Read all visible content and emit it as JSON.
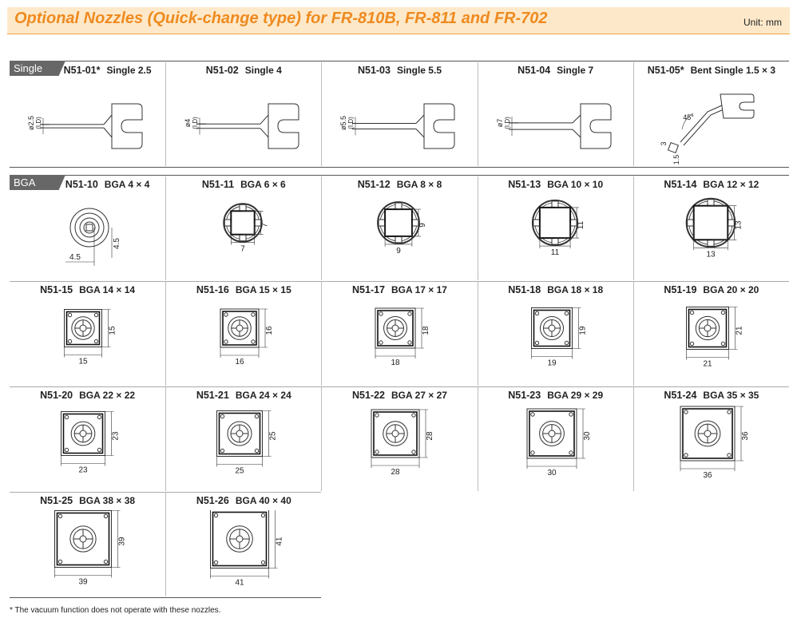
{
  "header": {
    "title": "Optional Nozzles (Quick-change type) for FR-810B, FR-811 and FR-702",
    "unit": "Unit: mm"
  },
  "sections": [
    {
      "tag": "Single",
      "nozzles": [
        {
          "code": "N51-01*",
          "name": "Single 2.5",
          "diam": "ø2.5",
          "id_label": "(I.D)",
          "kind": "single"
        },
        {
          "code": "N51-02",
          "name": "Single 4",
          "diam": "ø4",
          "id_label": "(I.D)",
          "kind": "single"
        },
        {
          "code": "N51-03",
          "name": "Single 5.5",
          "diam": "ø5.5",
          "id_label": "(I.D)",
          "kind": "single"
        },
        {
          "code": "N51-04",
          "name": "Single 7",
          "diam": "ø7",
          "id_label": "(I.D)",
          "kind": "single"
        },
        {
          "code": "N51-05*",
          "name": "Bent Single 1.5 × 3",
          "angle": "45°",
          "dim_a": "3",
          "dim_b": "1.5",
          "kind": "bent"
        }
      ]
    },
    {
      "tag": "BGA",
      "nozzles": [
        {
          "code": "N51-10",
          "name": "BGA 4 × 4",
          "w": "4.5",
          "h": "4.5",
          "kind": "bga-round"
        },
        {
          "code": "N51-11",
          "name": "BGA 6 × 6",
          "w": "7",
          "h": "7",
          "kind": "bga-cross"
        },
        {
          "code": "N51-12",
          "name": "BGA 8 × 8",
          "w": "9",
          "h": "9",
          "kind": "bga-cross"
        },
        {
          "code": "N51-13",
          "name": "BGA 10 × 10",
          "w": "11",
          "h": "11",
          "kind": "bga-cross"
        },
        {
          "code": "N51-14",
          "name": "BGA 12 × 12",
          "w": "13",
          "h": "13",
          "kind": "bga-cross"
        },
        {
          "code": "N51-15",
          "name": "BGA 14 × 14",
          "w": "15",
          "h": "15",
          "kind": "bga-square"
        },
        {
          "code": "N51-16",
          "name": "BGA 15 × 15",
          "w": "16",
          "h": "16",
          "kind": "bga-square"
        },
        {
          "code": "N51-17",
          "name": "BGA 17 × 17",
          "w": "18",
          "h": "18",
          "kind": "bga-square"
        },
        {
          "code": "N51-18",
          "name": "BGA 18 × 18",
          "w": "19",
          "h": "19",
          "kind": "bga-square"
        },
        {
          "code": "N51-19",
          "name": "BGA 20 × 20",
          "w": "21",
          "h": "21",
          "kind": "bga-square"
        },
        {
          "code": "N51-20",
          "name": "BGA 22 × 22",
          "w": "23",
          "h": "23",
          "kind": "bga-square"
        },
        {
          "code": "N51-21",
          "name": "BGA 24 × 24",
          "w": "25",
          "h": "25",
          "kind": "bga-square"
        },
        {
          "code": "N51-22",
          "name": "BGA 27 × 27",
          "w": "28",
          "h": "28",
          "kind": "bga-square"
        },
        {
          "code": "N51-23",
          "name": "BGA 29 × 29",
          "w": "30",
          "h": "30",
          "kind": "bga-square"
        },
        {
          "code": "N51-24",
          "name": "BGA 35 × 35",
          "w": "36",
          "h": "36",
          "kind": "bga-square"
        },
        {
          "code": "N51-25",
          "name": "BGA 38 × 38",
          "w": "39",
          "h": "39",
          "kind": "bga-square"
        },
        {
          "code": "N51-26",
          "name": "BGA 40 × 40",
          "w": "41",
          "h": "41",
          "kind": "bga-square"
        }
      ]
    }
  ],
  "footnote": "* The vacuum function does not operate with these nozzles."
}
